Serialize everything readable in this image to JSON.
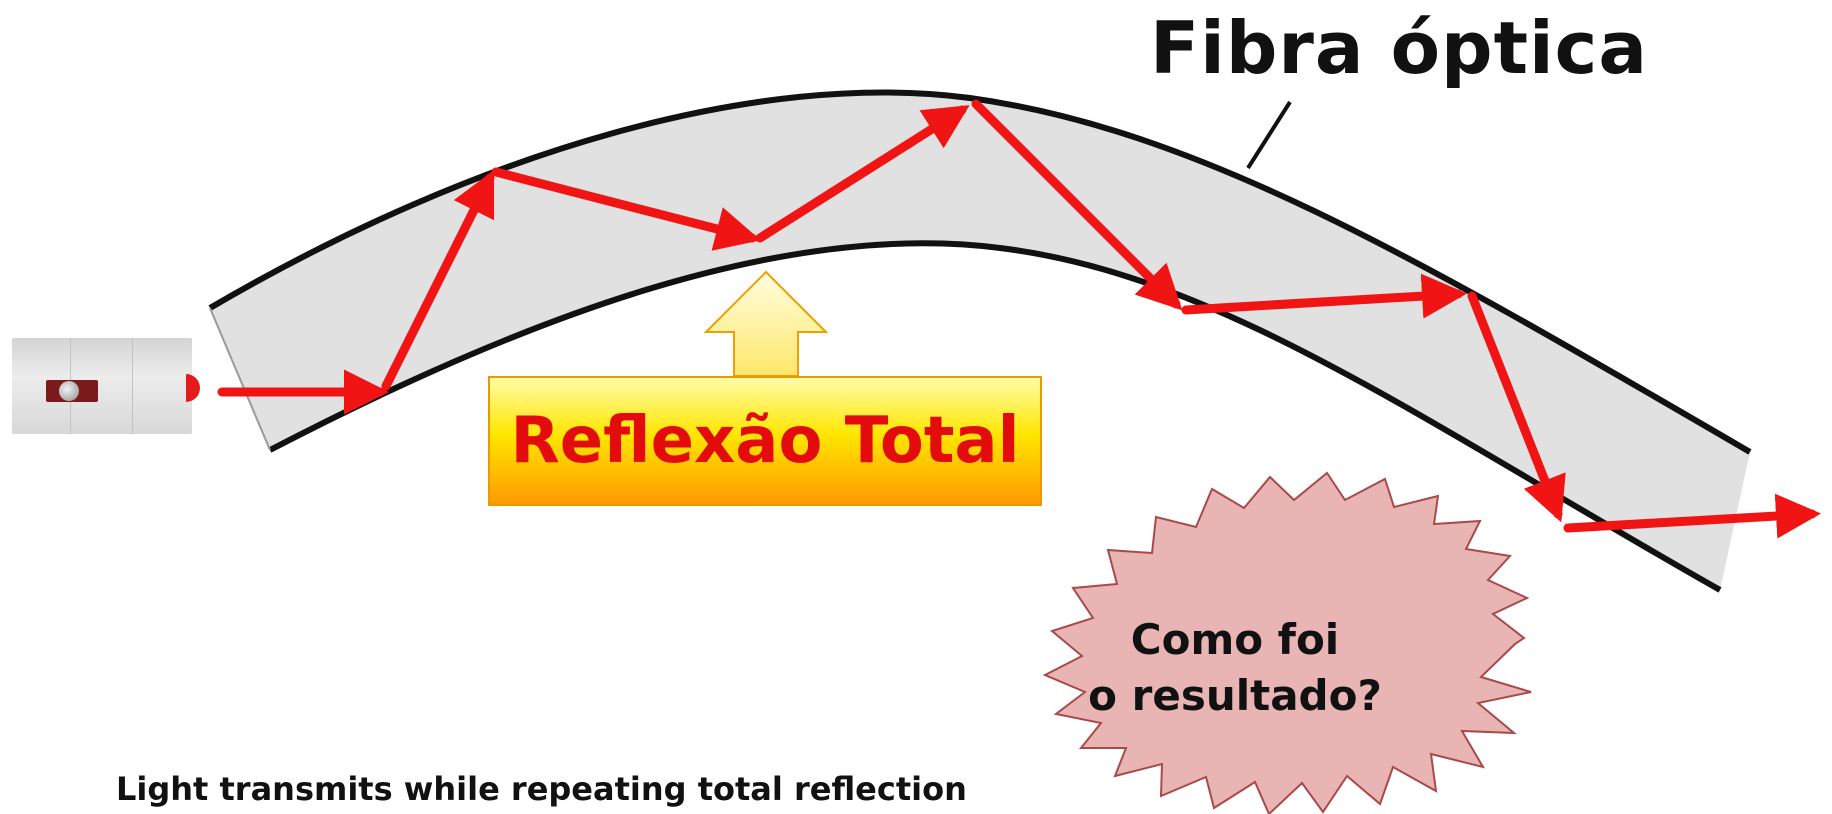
{
  "title": "Fibra óptica",
  "reflection_label": "Reflexão Total",
  "burst": {
    "line1": "Como foi",
    "line2": "o resultado?"
  },
  "caption": "Light transmits while repeating total reflection",
  "colors": {
    "fiber_fill": "#e1e1e1",
    "fiber_border": "#111111",
    "ray": "#f01414",
    "box_top": "#fffca8",
    "box_bottom": "#ff9a00",
    "label_text": "#e30b0b",
    "burst_fill": "#e8b4b4",
    "burst_border": "#a84a4a",
    "arrow_up_fill": "#fff3a0",
    "arrow_up_border": "#f0a000"
  }
}
